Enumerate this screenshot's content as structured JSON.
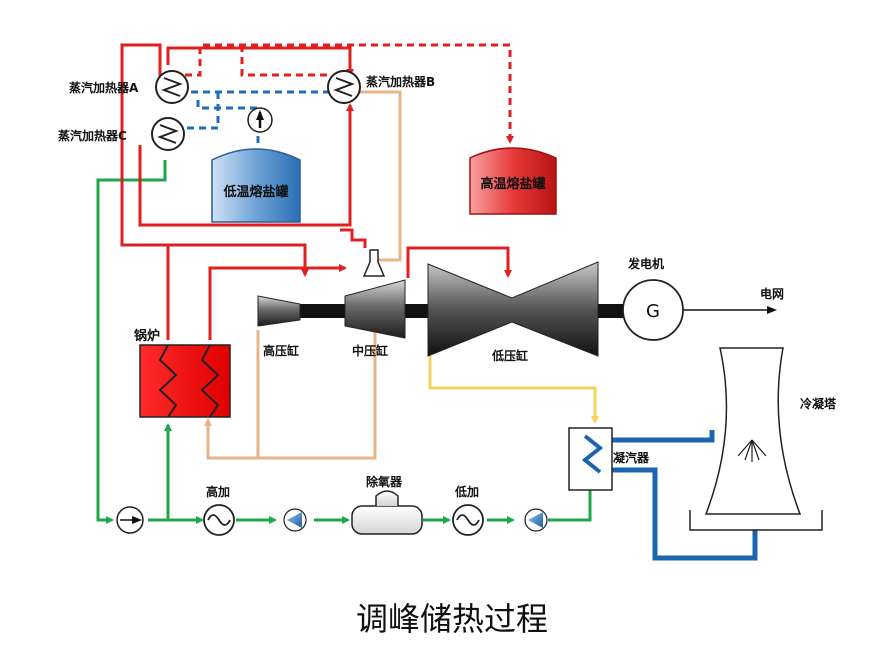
{
  "labels": {
    "heater_a": "蒸汽加热器A",
    "heater_b": "蒸汽加热器B",
    "heater_c": "蒸汽加热器C",
    "low_temp_tank": "低温熔盐罐",
    "high_temp_tank": "高温熔盐罐",
    "boiler": "锅炉",
    "hp_cylinder": "高压缸",
    "ip_cylinder": "中压缸",
    "lp_cylinder": "低压缸",
    "generator": "发电机",
    "generator_symbol": "G",
    "grid": "电网",
    "cooling_tower": "冷凝塔",
    "condenser": "凝汽器",
    "hp_heater": "高加",
    "deaerator": "除氧器",
    "lp_heater": "低加"
  },
  "caption": "调峰储热过程",
  "colors": {
    "steam_red": "#e02020",
    "salt_blue": "#1f6fb8",
    "feedwater_green": "#1fa54a",
    "exhaust_yellow": "#f2d45c",
    "reheat_tan": "#e8b48a",
    "cooling_blue": "#1b64b0"
  },
  "icons": [
    "heat-exchanger-icon",
    "pump-icon",
    "valve-icon",
    "arrow-icon"
  ]
}
